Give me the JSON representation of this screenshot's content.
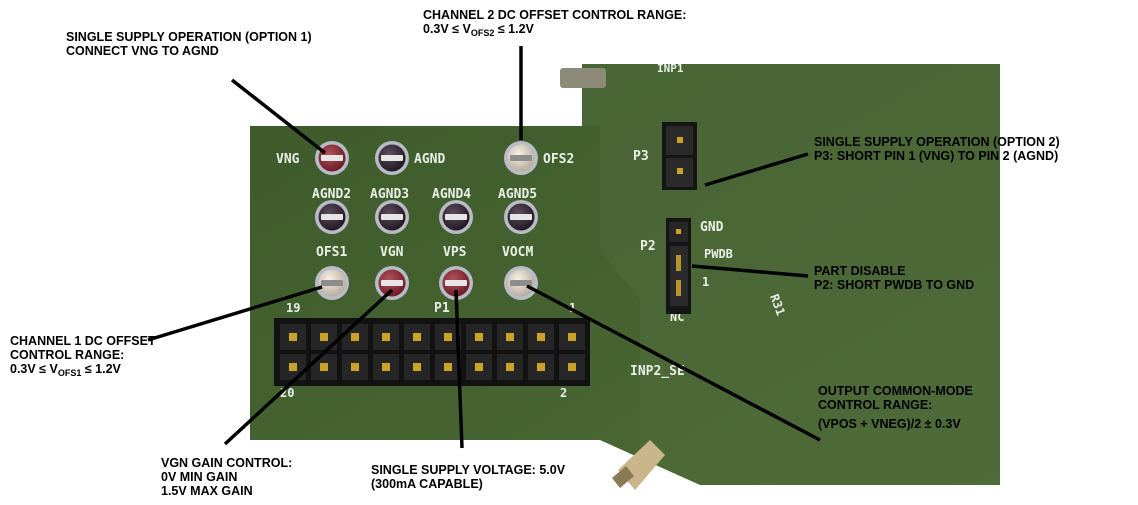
{
  "callouts": {
    "single_supply_opt1": {
      "line1": "SINGLE SUPPLY OPERATION (OPTION 1)",
      "line2": "CONNECT VNG TO AGND"
    },
    "ch2_offset": {
      "line1": "CHANNEL 2 DC OFFSET CONTROL RANGE:",
      "pre": "0.3V ≤ V",
      "sub": "OFS2",
      "post": " ≤ 1.2V"
    },
    "single_supply_opt2": {
      "line1": "SINGLE SUPPLY OPERATION (OPTION 2)",
      "line2": "P3: SHORT PIN 1 (VNG) TO PIN 2 (AGND)"
    },
    "part_disable": {
      "line1": "PART DISABLE",
      "line2": "P2: SHORT PWDB TO GND"
    },
    "ch1_offset": {
      "line1": "CHANNEL 1 DC OFFSET",
      "line2": "CONTROL RANGE:",
      "pre": "0.3V ≤ V",
      "sub": "OFS1",
      "post": " ≤ 1.2V"
    },
    "output_cm": {
      "line1": "OUTPUT COMMON-MODE",
      "line2": "CONTROL RANGE:",
      "line3": "(VPOS + VNEG)/2 ± 0.3V"
    },
    "vgn_gain": {
      "line1": "VGN GAIN CONTROL:",
      "line2": "0V MIN GAIN",
      "line3": "1.5V MAX GAIN"
    },
    "supply_voltage": {
      "line1": "SINGLE SUPPLY VOLTAGE: 5.0V",
      "line2": "(300mA CAPABLE)"
    }
  },
  "silkscreen": {
    "vng": "VNG",
    "agnd": "AGND",
    "ofs2": "OFS2",
    "agnd2": "AGND2",
    "agnd3": "AGND3",
    "agnd4": "AGND4",
    "agnd5": "AGND5",
    "ofs1": "OFS1",
    "vgn": "VGN",
    "vps": "VPS",
    "vocm": "VOCM",
    "p1": "P1",
    "pin19": "19",
    "pin1": "1",
    "pin20": "20",
    "pin2": "2",
    "p3": "P3",
    "p2": "P2",
    "gnd": "GND",
    "pwdb": "PWDB",
    "p2_pin1": "1",
    "nc": "NC",
    "inp2_se": "INP2_SE",
    "inp1": "INP1",
    "r31": "R31"
  },
  "colors": {
    "pcb": "#3f5a2c",
    "pcb_light": "#5a7440",
    "red_post": "#8c2f3a",
    "white_post": "#e6ddd0",
    "dark_post": "#3c2f3c",
    "ring": "#b9bcc8",
    "leader": "#000000"
  }
}
